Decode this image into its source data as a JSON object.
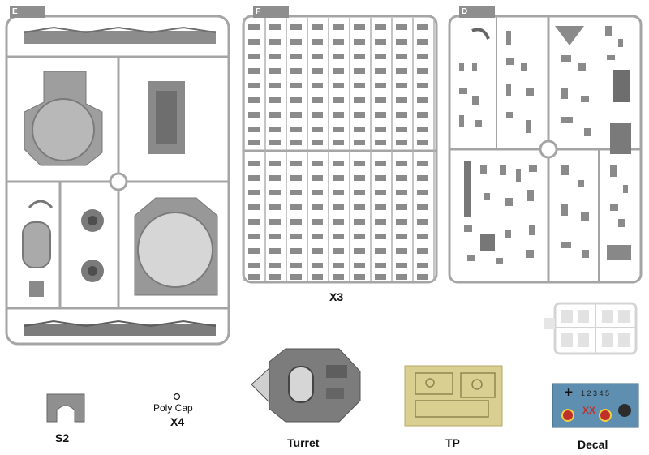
{
  "sprues": {
    "e_label": "E",
    "f_label": "F",
    "d_label": "D"
  },
  "captions": {
    "x3": "X3",
    "s2": "S2",
    "poly_cap": "Poly Cap",
    "x4": "X4",
    "turret": "Turret",
    "tp": "TP",
    "decal": "Decal"
  },
  "colors": {
    "plastic": "#b9b9b9",
    "frame": "#a9a9a9",
    "etch": "#d8cf90",
    "decal_bg": "#5e8fb0"
  }
}
